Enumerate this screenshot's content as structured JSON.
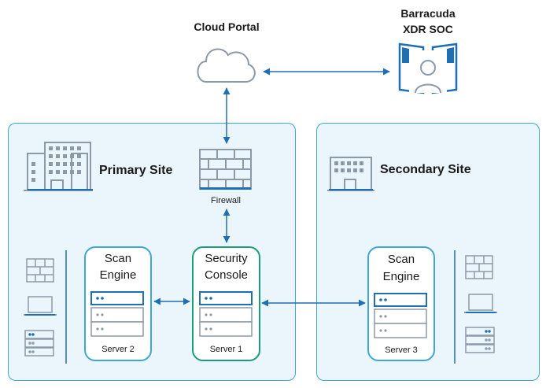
{
  "cloud_portal": {
    "label": "Cloud Portal",
    "icon": "cloud-icon"
  },
  "soc": {
    "label_line1": "Barracuda",
    "label_line2": "XDR SOC",
    "icon": "soc-analyst-icon"
  },
  "primary_site": {
    "label": "Primary Site",
    "icon": "building-icon"
  },
  "secondary_site": {
    "label": "Secondary Site",
    "icon": "building-icon"
  },
  "firewall": {
    "label": "Firewall",
    "icon": "firewall-icon"
  },
  "scan_engine_primary": {
    "title_line1": "Scan",
    "title_line2": "Engine",
    "server": "Server 2"
  },
  "security_console": {
    "title_line1": "Security",
    "title_line2": "Console",
    "server": "Server 1"
  },
  "scan_engine_secondary": {
    "title_line1": "Scan",
    "title_line2": "Engine",
    "server": "Server 3"
  },
  "colors": {
    "site_border": "#3da8d8",
    "site_fill": "#eaf6fc",
    "accent_blue": "#1f6fb5",
    "icon_gray": "#8c9aa8",
    "console_green": "#1a9e7a",
    "text": "#1a1a1a"
  }
}
